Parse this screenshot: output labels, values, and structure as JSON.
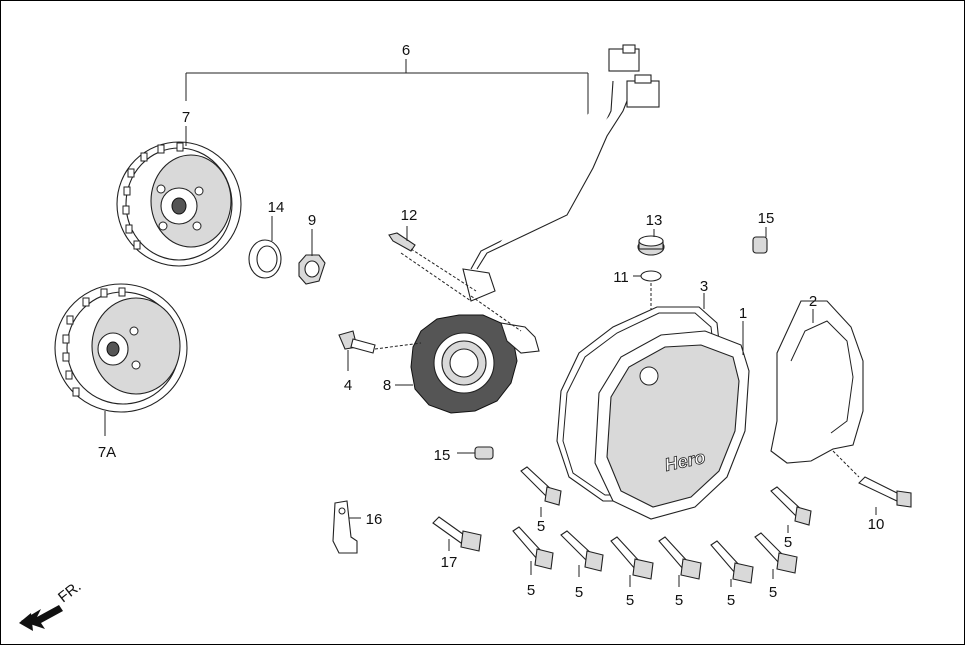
{
  "labels": {
    "l1": "1",
    "l2": "2",
    "l3": "3",
    "l4": "4",
    "l5a": "5",
    "l5b": "5",
    "l5c": "5",
    "l5d": "5",
    "l5e": "5",
    "l5f": "5",
    "l5g": "5",
    "l5h": "5",
    "l6": "6",
    "l7": "7",
    "l7a": "7A",
    "l8": "8",
    "l9": "9",
    "l10": "10",
    "l11": "11",
    "l12": "12",
    "l13": "13",
    "l14": "14",
    "l15a": "15",
    "l15b": "15",
    "l16": "16",
    "l17": "17"
  },
  "cover_logo": "Hero",
  "direction": {
    "label": "FR."
  },
  "icons": {
    "front_arrow": "arrow-down-left-icon"
  }
}
